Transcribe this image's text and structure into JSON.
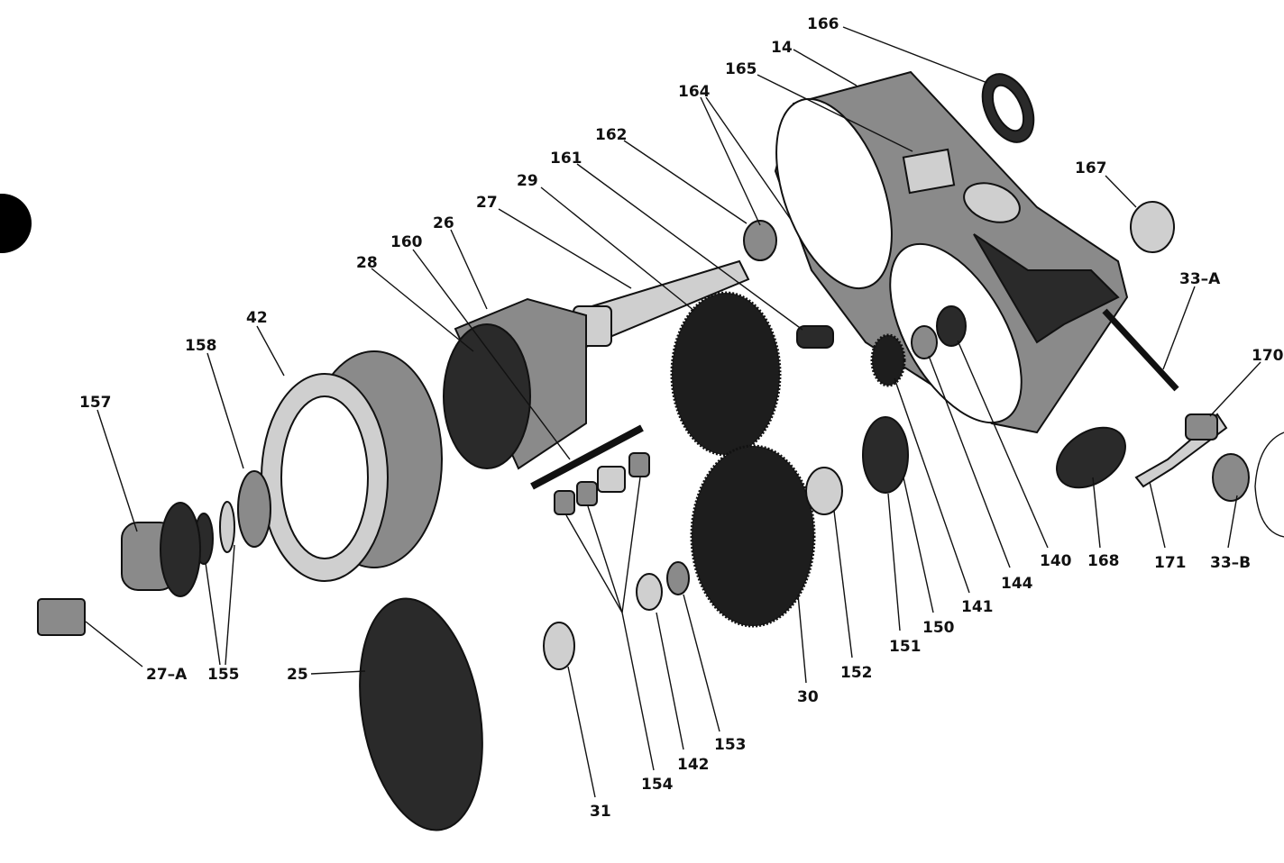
{
  "diagram": {
    "labels": {
      "l166": "166",
      "l14": "14",
      "l165": "165",
      "l164": "164",
      "l162": "162",
      "l161": "161",
      "l167": "167",
      "l29": "29",
      "l27": "27",
      "l26": "26",
      "l160": "160",
      "l28": "28",
      "l42": "42",
      "l158": "158",
      "l157": "157",
      "l33A": "33–A",
      "l170": "170",
      "l27A": "27–A",
      "l155": "155",
      "l25": "25",
      "l31": "31",
      "l154": "154",
      "l142": "142",
      "l153": "153",
      "l30": "30",
      "l152": "152",
      "l151": "151",
      "l150": "150",
      "l141": "141",
      "l144": "144",
      "l140": "140",
      "l168": "168",
      "l171": "171",
      "l33B": "33–B"
    }
  }
}
